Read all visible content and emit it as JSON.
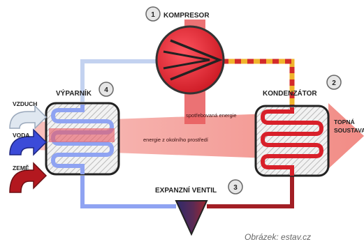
{
  "labels": {
    "compressor": "KOMPRESOR",
    "condenser": "KONDENZÁTOR",
    "evaporator": "VÝPARNÍK",
    "expansion_valve": "EXPANZNÍ VENTIL",
    "air": "VZDUCH",
    "water": "VODA",
    "earth": "ZEMĚ",
    "heating_system": "TOPNÁ SOUSTAVA",
    "consumed_energy": "spotřebovaná energie",
    "ambient_energy": "energie z okolního prostředí",
    "credit": "Obrázek: estav.cz"
  },
  "badges": {
    "compressor": "1",
    "condenser": "2",
    "expansion_valve": "3",
    "evaporator": "4"
  },
  "colors": {
    "hot": "#d8202a",
    "warm_pipe": "#cc1f2a",
    "cold_pipe": "#8fa3f2",
    "cool_light": "#c3d2f0",
    "band": "#f39a96",
    "dark_red": "#9b1f24",
    "navy": "#2b2a66"
  }
}
